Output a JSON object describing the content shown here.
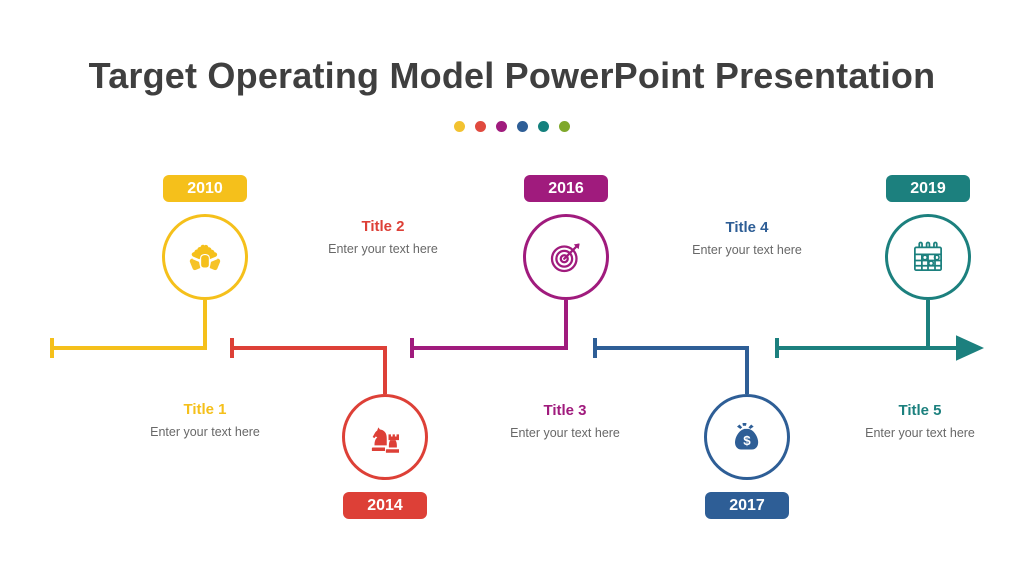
{
  "slide": {
    "title": "Target Operating Model PowerPoint Presentation",
    "title_color": "#3f3f3f",
    "background": "#ffffff"
  },
  "accent_dots": [
    {
      "name": "dot-yellow",
      "color": "#F2C230"
    },
    {
      "name": "dot-red",
      "color": "#E04A3F"
    },
    {
      "name": "dot-magenta",
      "color": "#A01B7D"
    },
    {
      "name": "dot-blue",
      "color": "#2E5E96"
    },
    {
      "name": "dot-teal",
      "color": "#14807D"
    },
    {
      "name": "dot-green",
      "color": "#7FA82B"
    }
  ],
  "timeline": {
    "arrow_color": "#1C807E",
    "milestones": [
      {
        "id": "milestone-1",
        "year": "2010",
        "title": "Title 1",
        "body": "Enter your text here",
        "color": "#F5C01B",
        "icon": "handshake-icon",
        "position": "above"
      },
      {
        "id": "milestone-2",
        "year": "2014",
        "title": "Title 2",
        "body": "Enter your text here",
        "color": "#DD4037",
        "icon": "chess-pieces-icon",
        "position": "below"
      },
      {
        "id": "milestone-3",
        "year": "2016",
        "title": "Title 3",
        "body": "Enter your text here",
        "color": "#A01B7D",
        "icon": "target-dart-icon",
        "position": "above"
      },
      {
        "id": "milestone-4",
        "year": "2017",
        "title": "Title 4",
        "body": "Enter your text here",
        "color": "#2E5E96",
        "icon": "money-bag-icon",
        "position": "below"
      },
      {
        "id": "milestone-5",
        "year": "2019",
        "title": "Title 5",
        "body": "Enter your text here",
        "color": "#1C807E",
        "icon": "calendar-icon",
        "position": "above"
      }
    ],
    "captions": [
      {
        "id": "caption-1",
        "title": "Title 1",
        "body": "Enter your text here",
        "color": "#F5C01B"
      },
      {
        "id": "caption-2",
        "title": "Title 2",
        "body": "Enter your text here",
        "color": "#DD4037"
      },
      {
        "id": "caption-3",
        "title": "Title 3",
        "body": "Enter your text here",
        "color": "#A01B7D"
      },
      {
        "id": "caption-4",
        "title": "Title 4",
        "body": "Enter your text here",
        "color": "#2E5E96"
      },
      {
        "id": "caption-5",
        "title": "Title 5",
        "body": "Enter your text here",
        "color": "#1C807E"
      }
    ]
  }
}
